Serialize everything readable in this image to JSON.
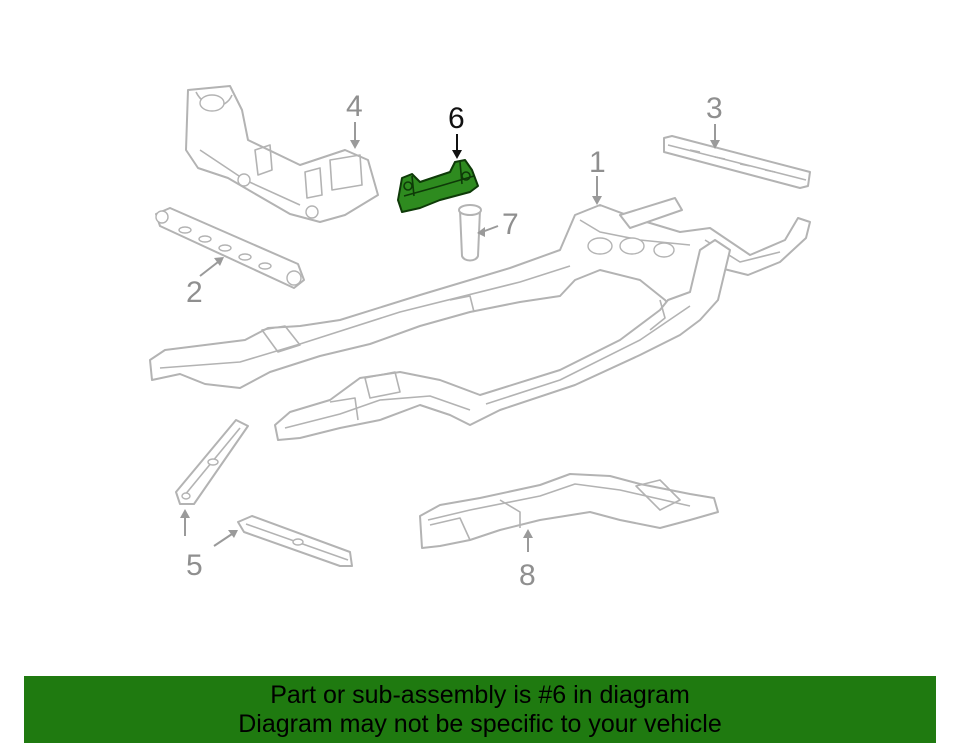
{
  "diagram": {
    "callouts": [
      {
        "id": "1",
        "label": "1"
      },
      {
        "id": "2",
        "label": "2"
      },
      {
        "id": "3",
        "label": "3"
      },
      {
        "id": "4",
        "label": "4"
      },
      {
        "id": "5",
        "label": "5"
      },
      {
        "id": "6",
        "label": "6"
      },
      {
        "id": "7",
        "label": "7"
      },
      {
        "id": "8",
        "label": "8"
      }
    ],
    "highlighted_part": "6",
    "colors": {
      "highlight": "#2e8b1f",
      "banner": "#1f7a10",
      "line_art": "#b3b3b3"
    }
  },
  "banner": {
    "line1": "Part or sub-assembly is #6 in diagram",
    "line2": "Diagram may not be specific to your vehicle"
  }
}
